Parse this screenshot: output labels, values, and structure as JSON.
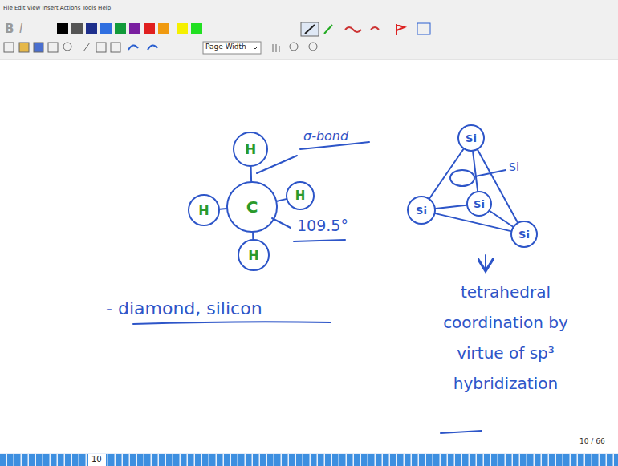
{
  "diagram": {
    "nodes": [
      {
        "text": [
          "H"
        ]
      },
      {
        "text": [
          "H"
        ]
      },
      {
        "text": [
          "C"
        ]
      },
      {
        "text": [
          "H"
        ]
      },
      {
        "text": [
          "H"
        ]
      },
      {
        "text": [
          "Si"
        ]
      },
      {
        "text": [
          "Si"
        ]
      },
      {
        "text": [
          "Si"
        ]
      },
      {
        "text": [
          "Si"
        ]
      }
    ],
    "edges": [
      {
        "from": 0,
        "to": 2,
        "arrow": "none"
      },
      {
        "from": 1,
        "to": 2,
        "arrow": "none"
      },
      {
        "from": 3,
        "to": 2,
        "arrow": "none"
      },
      {
        "from": 4,
        "to": 2,
        "arrow": "none"
      },
      {
        "from": 5,
        "to": 6,
        "arrow": "none"
      },
      {
        "from": 5,
        "to": 8,
        "arrow": "none"
      },
      {
        "from": 6,
        "to": 8,
        "arrow": "none"
      },
      {
        "from": 5,
        "to": 7,
        "arrow": "none"
      },
      {
        "from": 6,
        "to": 7,
        "arrow": "none"
      },
      {
        "from": 7,
        "to": 8,
        "arrow": "none"
      }
    ],
    "labels": [
      "File Edit View Insert Actions Tools Help",
      "Page Width",
      "σ-bond",
      "109.5°",
      "Si",
      "- diamond, silicon",
      "tetrahedral coordination by virtue of sp³ hybridization",
      "10",
      "10 / 66",
      "B",
      "I"
    ]
  }
}
